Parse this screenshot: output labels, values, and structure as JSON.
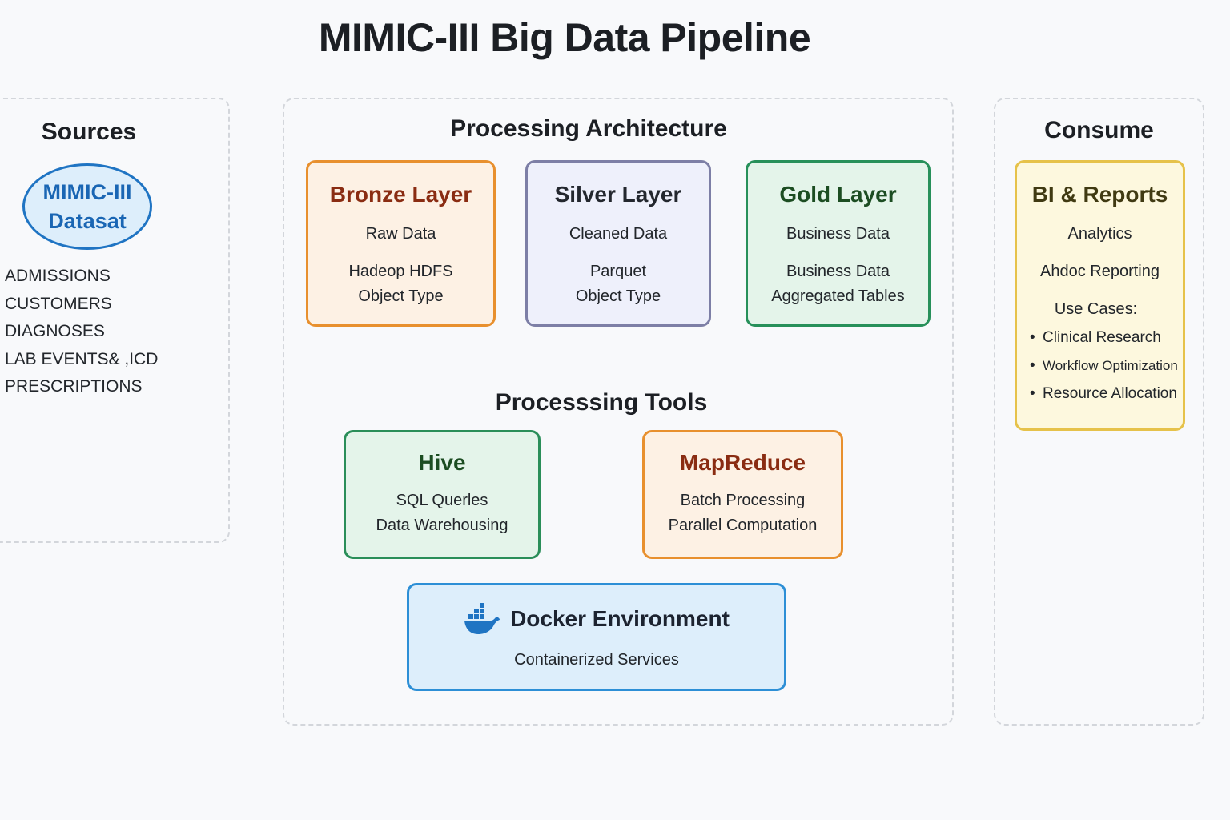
{
  "title": "MIMIC-III Big Data Pipeline",
  "sources": {
    "title": "Sources",
    "dataset_line1": "MIMIC-III",
    "dataset_line2": "Datasat",
    "tables": [
      "ADMISSIONS",
      "CUSTOMERS",
      "DIAGNOSES",
      "LAB EVENTS& ,ICD",
      "PRESCRIPTIONS"
    ]
  },
  "processing": {
    "title": "Processing Architecture",
    "layers": [
      {
        "name": "Bronze Layer",
        "line1": "Raw Data",
        "line2": "Hadeop HDFS",
        "line3": "Object Type"
      },
      {
        "name": "Silver Layer",
        "line1": "Cleaned Data",
        "line2": "Parquet",
        "line3": "Object Type"
      },
      {
        "name": "Gold Layer",
        "line1": "Business Data",
        "line2": "Business Data",
        "line3": "Aggregated Tables"
      }
    ],
    "tools_title": "Processsing Tools",
    "tools": [
      {
        "name": "Hive",
        "line1": "SQL Querles",
        "line2": "Data Warehousing"
      },
      {
        "name": "MapReduce",
        "line1": "Batch Processing",
        "line2": "Parallel Computation"
      }
    ],
    "docker": {
      "name": "Docker Environment",
      "line1": "Containerized Services",
      "icon": "docker-whale-icon"
    }
  },
  "consume": {
    "title": "Consume",
    "card_title": "BI & Reports",
    "line1": "Analytics",
    "line2": "Ahdoc Reporting",
    "use_cases_label": "Use Cases:",
    "use_cases": [
      "Clinical Research",
      "Workflow Optimization",
      "Resource Allocation"
    ],
    "bullet": "•"
  },
  "colors": {
    "bronze": "#e8902e",
    "silver": "#7d7fa6",
    "gold": "#27905a",
    "docker": "#2d8fd6",
    "bi": "#e6c24a",
    "dataset": "#1f74c3"
  }
}
